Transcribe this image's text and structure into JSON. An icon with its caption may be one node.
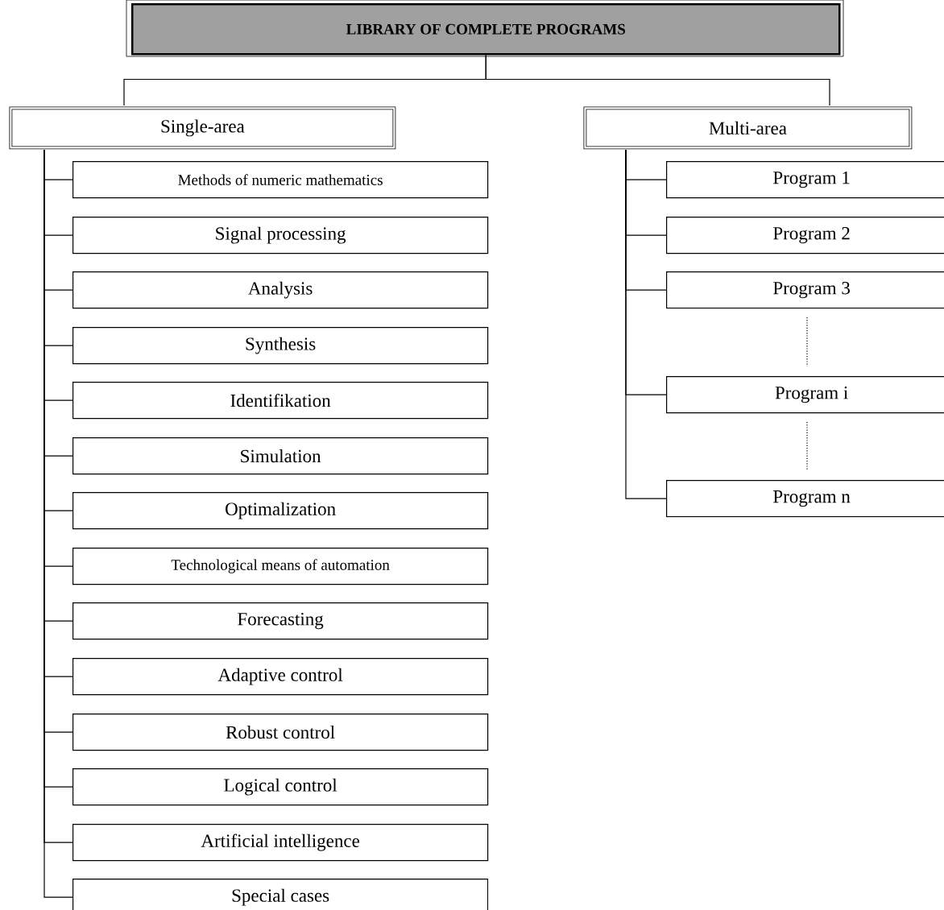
{
  "diagram": {
    "nodes": [
      {
        "text": [
          "LIBRARY OF COMPLETE PROGRAMS"
        ]
      },
      {
        "text": [
          "Single-area"
        ]
      },
      {
        "text": [
          "Multi-area"
        ]
      },
      {
        "text": [
          "Methods of numeric mathematics"
        ]
      },
      {
        "text": [
          "Signal processing"
        ]
      },
      {
        "text": [
          "Analysis"
        ]
      },
      {
        "text": [
          "Synthesis"
        ]
      },
      {
        "text": [
          "Identifikation"
        ]
      },
      {
        "text": [
          "Simulation"
        ]
      },
      {
        "text": [
          "Optimalization"
        ]
      },
      {
        "text": [
          "Technological means of automation"
        ]
      },
      {
        "text": [
          "Forecasting"
        ]
      },
      {
        "text": [
          "Adaptive control"
        ]
      },
      {
        "text": [
          "Robust control"
        ]
      },
      {
        "text": [
          "Logical control"
        ]
      },
      {
        "text": [
          "Artificial intelligence"
        ]
      },
      {
        "text": [
          "Special cases"
        ]
      },
      {
        "text": [
          "Program 1"
        ]
      },
      {
        "text": [
          "Program 2"
        ]
      },
      {
        "text": [
          "Program 3"
        ]
      },
      {
        "text": [
          "Program i"
        ]
      },
      {
        "text": [
          "Program n"
        ]
      }
    ],
    "edges": [
      {
        "from": 0,
        "to": 1,
        "arrow": "none"
      },
      {
        "from": 0,
        "to": 2,
        "arrow": "none"
      },
      {
        "from": 1,
        "to": 3,
        "arrow": "none"
      },
      {
        "from": 1,
        "to": 4,
        "arrow": "none"
      },
      {
        "from": 1,
        "to": 5,
        "arrow": "none"
      },
      {
        "from": 1,
        "to": 6,
        "arrow": "none"
      },
      {
        "from": 1,
        "to": 7,
        "arrow": "none"
      },
      {
        "from": 1,
        "to": 8,
        "arrow": "none"
      },
      {
        "from": 1,
        "to": 9,
        "arrow": "none"
      },
      {
        "from": 1,
        "to": 10,
        "arrow": "none"
      },
      {
        "from": 1,
        "to": 11,
        "arrow": "none"
      },
      {
        "from": 1,
        "to": 12,
        "arrow": "none"
      },
      {
        "from": 1,
        "to": 13,
        "arrow": "none"
      },
      {
        "from": 1,
        "to": 14,
        "arrow": "none"
      },
      {
        "from": 1,
        "to": 15,
        "arrow": "none"
      },
      {
        "from": 1,
        "to": 16,
        "arrow": "none"
      },
      {
        "from": 2,
        "to": 17,
        "arrow": "none"
      },
      {
        "from": 2,
        "to": 18,
        "arrow": "none"
      },
      {
        "from": 2,
        "to": 19,
        "arrow": "none"
      },
      {
        "from": 2,
        "to": 20,
        "arrow": "none"
      },
      {
        "from": 2,
        "to": 21,
        "arrow": "none"
      }
    ]
  }
}
